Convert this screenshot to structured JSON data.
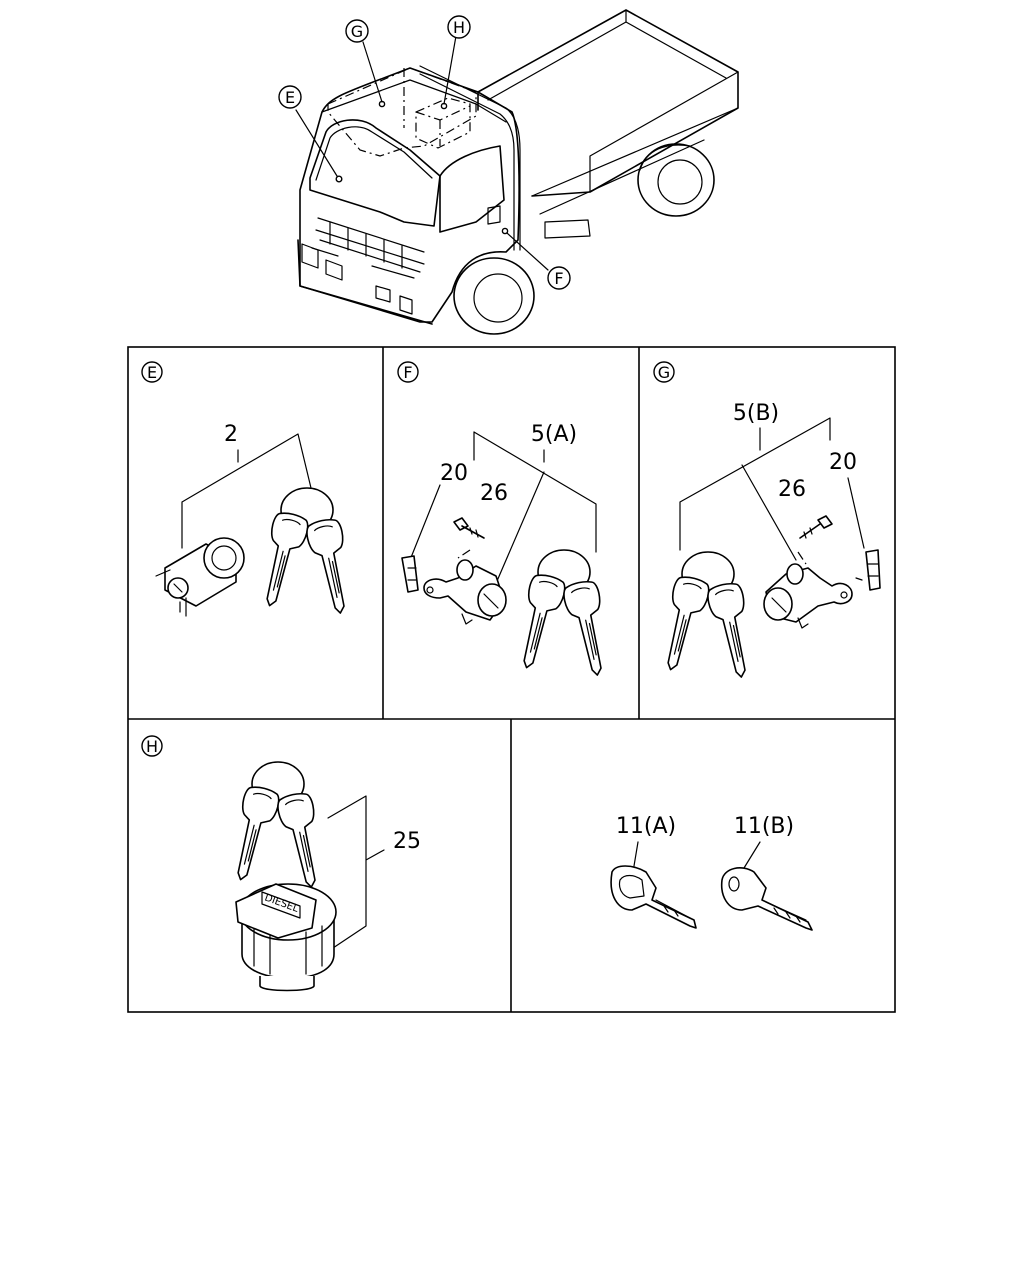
{
  "overview": {
    "callouts": {
      "g": "G",
      "h": "H",
      "e": "E",
      "f": "F"
    }
  },
  "panels": {
    "e": {
      "letter": "E",
      "part_label": "2"
    },
    "f": {
      "letter": "F",
      "labels": {
        "a": "5(A)",
        "b": "20",
        "c": "26"
      }
    },
    "g": {
      "letter": "G",
      "labels": {
        "a": "5(B)",
        "b": "20",
        "c": "26"
      }
    },
    "h": {
      "letter": "H",
      "part_label": "25",
      "cap_text": "DIESEL"
    },
    "keys": {
      "labels": {
        "a": "11(A)",
        "b": "11(B)"
      }
    }
  }
}
